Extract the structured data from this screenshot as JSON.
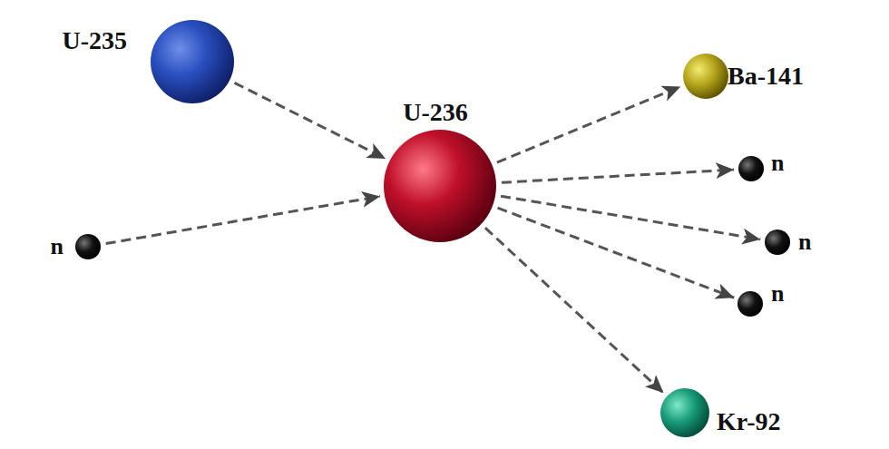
{
  "diagram": {
    "nodes": [
      {
        "text": [
          "U-235"
        ]
      },
      {
        "text": [
          "n"
        ]
      },
      {
        "text": [
          "U-236"
        ]
      },
      {
        "text": [
          "Ba-141"
        ]
      },
      {
        "text": [
          "n"
        ]
      },
      {
        "text": [
          "n"
        ]
      },
      {
        "text": [
          "n"
        ]
      },
      {
        "text": [
          "Kr-92"
        ]
      }
    ],
    "edges": [
      {
        "from": 0,
        "to": 2,
        "arrow": "to"
      },
      {
        "from": 1,
        "to": 2,
        "arrow": "to"
      },
      {
        "from": 2,
        "to": 3,
        "arrow": "to"
      },
      {
        "from": 2,
        "to": 4,
        "arrow": "to"
      },
      {
        "from": 2,
        "to": 5,
        "arrow": "to"
      },
      {
        "from": 2,
        "to": 6,
        "arrow": "to"
      },
      {
        "from": 2,
        "to": 7,
        "arrow": "to"
      }
    ]
  }
}
